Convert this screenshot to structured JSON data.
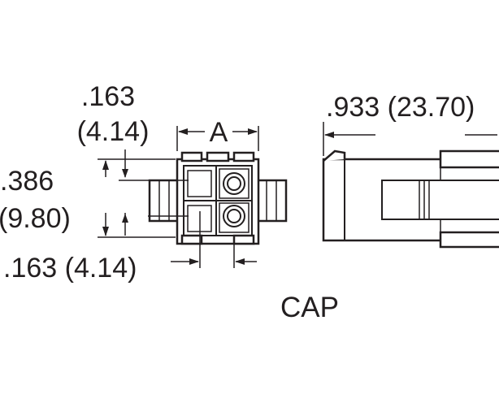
{
  "labels": {
    "top_inch": ".163",
    "top_mm": "(4.14)",
    "width_var": "A",
    "height_inch": ".386",
    "height_mm": "(9.80)",
    "bottom_dim": ".163 (4.14)",
    "length_dim": ".933 (23.70)",
    "part_name": "CAP"
  }
}
